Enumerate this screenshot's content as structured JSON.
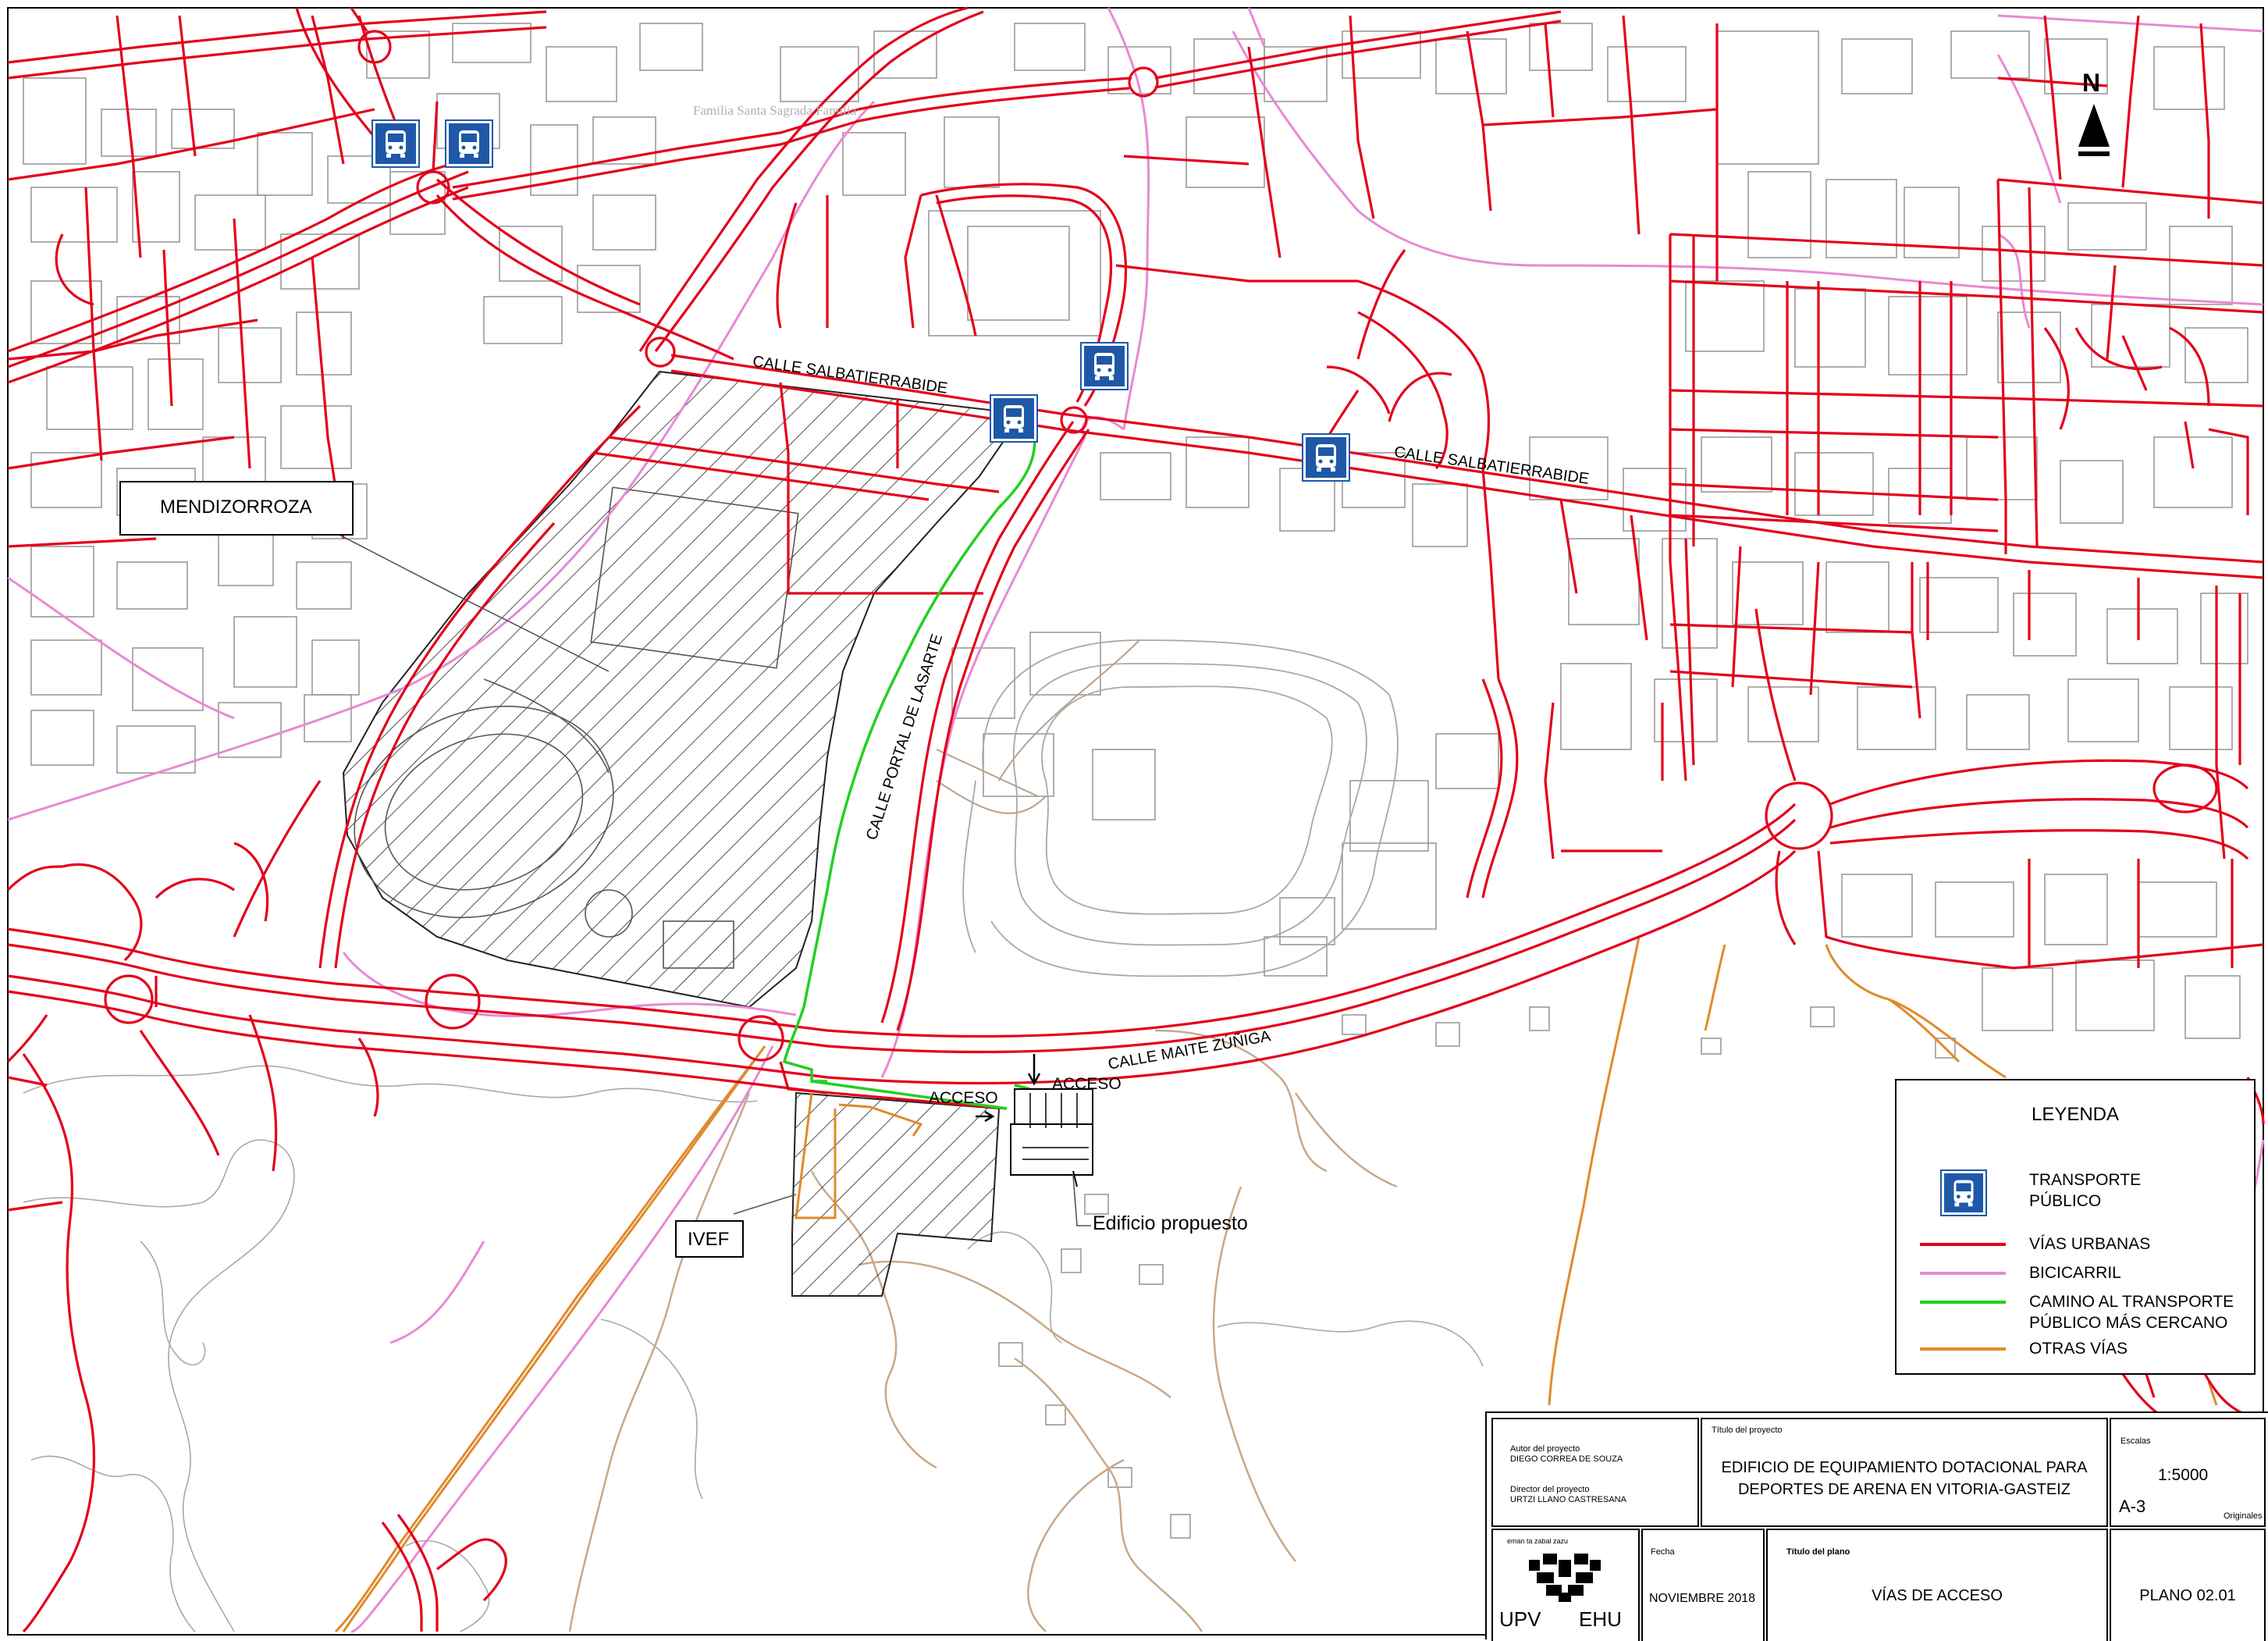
{
  "map": {
    "labels": {
      "mendizorroza": "MENDIZORROZA",
      "ivef": "IVEF",
      "edificio": "Edificio propuesto",
      "acceso_1": "ACCESO",
      "acceso_2": "ACCESO",
      "salbatierrabide_1": "CALLE SALBATIERRABIDE",
      "salbatierrabide_2": "CALLE SALBATIERRABIDE",
      "portal_lasarte": "CALLE PORTAL DE LASARTE",
      "maite_zuniga": "CALLE MAITE ZÚÑIGA",
      "familia": "Familia Santa Sagrada Familia",
      "north": "N"
    },
    "colors": {
      "urban_roads": "#e3001b",
      "bike_lane": "#e889d4",
      "path_transport": "#22d022",
      "other_roads": "#e08a2c",
      "transport_icon": "#1e58a8",
      "buildings": "#9a9a9a"
    },
    "icons": [
      "bus-icon",
      "north-arrow-icon",
      "upv-logo"
    ]
  },
  "legend": {
    "title": "LEYENDA",
    "items": [
      {
        "label": "TRANSPORTE\nPÚBLICO",
        "type": "icon"
      },
      {
        "label": "VÍAS URBANAS",
        "type": "line",
        "color": "#e3001b"
      },
      {
        "label": "BICICARRIL",
        "type": "line",
        "color": "#e889d4"
      },
      {
        "label": "CAMINO AL TRANSPORTE\nPÚBLICO MÁS CERCANO",
        "type": "line",
        "color": "#22d022"
      },
      {
        "label": "OTRAS VÍAS",
        "type": "line",
        "color": "#e08a2c"
      }
    ]
  },
  "title_block": {
    "autor_label": "Autor del proyecto",
    "autor": "DIEGO CORREA DE SOUZA",
    "director_label": "Director del proyecto",
    "director": "URTZI LLANO CASTRESANA",
    "titulo_proyecto_label": "Título del proyecto",
    "titulo_proyecto": "EDIFICIO DE EQUIPAMIENTO DOTACIONAL PARA DEPORTES DE ARENA EN VITORIA-GASTEIZ",
    "escalas_label": "Escalas",
    "escala": "1:5000",
    "formato": "A-3",
    "originales": "Originales",
    "logo_motto": "eman ta zabal zazu",
    "logo_text_left": "UPV",
    "logo_text_right": "EHU",
    "fecha_label": "Fecha",
    "fecha": "NOVIEMBRE 2018",
    "titulo_plano_label": "Título del plano",
    "titulo_plano": "VÍAS DE ACCESO",
    "plano": "PLANO 02.01"
  }
}
